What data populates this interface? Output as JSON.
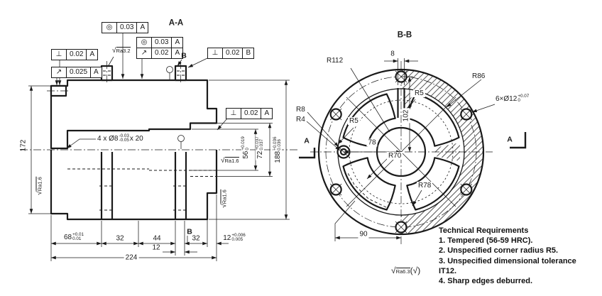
{
  "titles": {
    "left": "A-A",
    "right": "B-B"
  },
  "fcf": {
    "conc_top": {
      "sym": "◎",
      "val": "0.03",
      "datum": "A"
    },
    "stack_row1": {
      "sym": "◎",
      "val": "0.03",
      "datum": "A"
    },
    "stack_row2": {
      "sym": "↗",
      "val": "0.02",
      "datum": "A"
    },
    "perp_left": {
      "sym": "⊥",
      "val": "0.02",
      "datum": "A"
    },
    "runout_left": {
      "sym": "↗",
      "val": "0.025",
      "datum": "A"
    },
    "perp_b": {
      "sym": "⊥",
      "val": "0.02",
      "datum": "B"
    },
    "perp_mid": {
      "sym": "⊥",
      "val": "0.02",
      "datum": "A"
    }
  },
  "left_dims": {
    "d172": "172",
    "d188": {
      "v": "188",
      "up": "+0.036",
      "lo": "0.036"
    },
    "d72": {
      "v": "72",
      "up": "+0.037",
      "lo": "0.037"
    },
    "d56": {
      "v": "56",
      "up": "+0.019",
      "lo": "0"
    },
    "d68": {
      "v": "68",
      "up": "+0.01",
      "lo": "0.01"
    },
    "d32a": "32",
    "d44": "44",
    "d32b": "32",
    "d12tol": {
      "v": "12",
      "up": "+0.006",
      "lo": "0.005"
    },
    "d12": "12",
    "d224": "224",
    "hole_note": {
      "prefix": "4 x Ø8",
      "up": "-0.03",
      "lo": "-0.05",
      "suffix": "x 20"
    },
    "datum_b_top": "B",
    "datum_b_bottom": "B"
  },
  "surface": {
    "check": "√",
    "ra_top": "Ra3.2",
    "ra_left": "Ra1.6",
    "ra_right": "Ra1.6",
    "ra_right2": "Ra1.6"
  },
  "right_dims": {
    "d8": "8",
    "d102": "102",
    "d78": "78",
    "d90": "90",
    "r112": "R112",
    "r86": "R86",
    "r5_top": "R5",
    "r5_left": "R5",
    "r8": "R8",
    "r4": "R4",
    "r70": "R70",
    "r78": "R78",
    "holes": {
      "v": "6×Ø12",
      "up": "+0.07",
      "lo": "0"
    },
    "sec_left": "A",
    "sec_right": "A"
  },
  "tech": {
    "title": "Technical Requirements",
    "items": [
      "1. Tempered (56-59 HRC).",
      "2. Unspecified corner radius R5.",
      "3. Unspecified dimensional tolerance IT12.",
      "4. Sharp edges deburred."
    ]
  },
  "finish_note": {
    "check": "√",
    "ra": "Ra6.3",
    "others": "(√)"
  }
}
